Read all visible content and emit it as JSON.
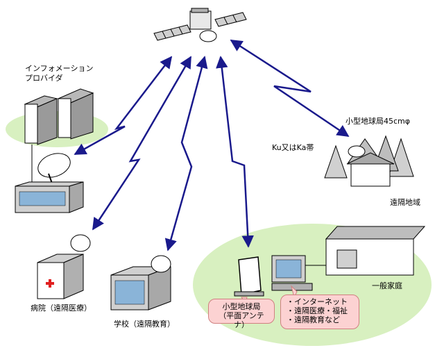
{
  "labels": {
    "info_provider_line1": "インフォメーション",
    "info_provider_line2": "プロバイダ",
    "band": "Ku又はKa帯",
    "small_station": "小型地球局45cmφ",
    "remote_area": "遠隔地域",
    "hospital": "病院（遠隔医療）",
    "school": "学校（遠隔教育）",
    "home": "一般家庭",
    "flat_antenna_line1": "小型地球局",
    "flat_antenna_line2": "（平面アンテナ）",
    "services": [
      "・インターネット",
      "・遠隔医療・福祉",
      "・遠隔教育など"
    ]
  },
  "colors": {
    "link": "#1a1a8c",
    "ellipse": "#d8f0c0",
    "callout": "#fcd2d2",
    "building": "#c8c8c8",
    "window": "#8ab4d8"
  }
}
